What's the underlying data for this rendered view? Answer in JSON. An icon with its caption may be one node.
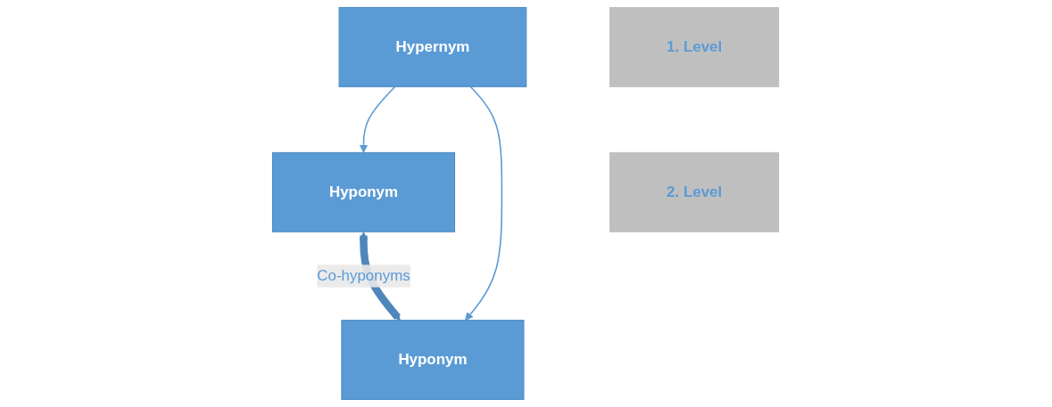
{
  "diagram": {
    "nodes": [
      {
        "text": [
          "Hypernym"
        ]
      },
      {
        "text": [
          "Hyponym"
        ]
      },
      {
        "text": [
          "Hyponym"
        ]
      },
      {
        "text": [
          "1. Level"
        ]
      },
      {
        "text": [
          "2. Level"
        ]
      }
    ],
    "edges": [
      {
        "from": 0,
        "to": 1,
        "arrow": "to"
      },
      {
        "from": 0,
        "to": 2,
        "arrow": "to"
      },
      {
        "from": 1,
        "to": 2,
        "arrow": "both",
        "label": "Co-hyponyms",
        "style": "thick",
        "color": "#4f86bb"
      }
    ]
  }
}
